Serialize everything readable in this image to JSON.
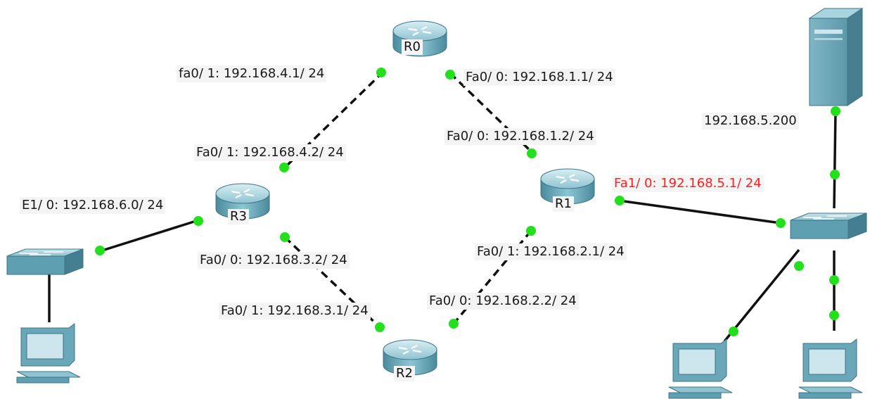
{
  "routers": {
    "r0": {
      "name": "R0"
    },
    "r1": {
      "name": "R1"
    },
    "r2": {
      "name": "R2"
    },
    "r3": {
      "name": "R3"
    }
  },
  "interfaces": {
    "r0_fa01": "fa0/ 1: 192.168.4.1/ 24",
    "r0_fa00": "Fa0/ 0: 192.168.1.1/ 24",
    "r1_fa00": "Fa0/ 0: 192.168.1.2/ 24",
    "r1_fa10": "Fa1/ 0: 192.168.5.1/ 24",
    "r1_fa01": "Fa0/ 1: 192.168.2.1/ 24",
    "r2_fa00": "Fa0/ 0: 192.168.2.2/ 24",
    "r2_fa01": "Fa0/ 1: 192.168.3.1/ 24",
    "r3_fa01": "Fa0/ 1: 192.168.4.2/ 24",
    "r3_fa00": "Fa0/ 0: 192.168.3.2/ 24",
    "r3_e10": "E1/ 0: 192.168.6.0/ 24"
  },
  "server": {
    "ip": "192.168.5.200"
  },
  "colors": {
    "device_body": "#5f9fb2",
    "device_light": "#a9d3de",
    "link_port": "#22e01c",
    "highlight_text": "#ff2020"
  }
}
